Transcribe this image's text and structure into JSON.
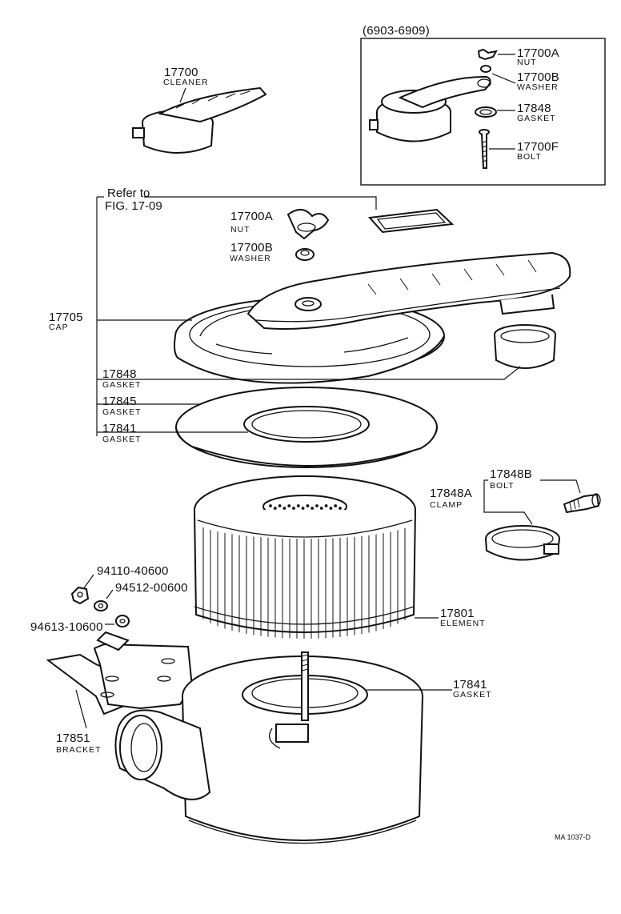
{
  "inset": {
    "header": "(6903-6909)",
    "callouts": [
      {
        "number": "17700A",
        "name": "NUT"
      },
      {
        "number": "17700B",
        "name": "WASHER"
      },
      {
        "number": "17848",
        "name": "GASKET"
      },
      {
        "number": "17700F",
        "name": "BOLT"
      }
    ]
  },
  "assembly": {
    "number": "17700",
    "name": "CLEANER"
  },
  "refer_note": {
    "line1": "Refer to",
    "line2": "FIG. 17-09"
  },
  "callouts": {
    "nut": {
      "number": "17700A",
      "name": "NUT"
    },
    "washer": {
      "number": "17700B",
      "name": "WASHER"
    },
    "cap": {
      "number": "17705",
      "name": "CAP"
    },
    "gasket_17848": {
      "number": "17848",
      "name": "GASKET"
    },
    "gasket_17845": {
      "number": "17845",
      "name": "GASKET"
    },
    "gasket_17841_top": {
      "number": "17841",
      "name": "GASKET"
    },
    "bolt": {
      "number": "17848B",
      "name": "BOLT"
    },
    "clamp": {
      "number": "17848A",
      "name": "CLAMP"
    },
    "element": {
      "number": "17801",
      "name": "ELEMENT"
    },
    "gasket_17841_bottom": {
      "number": "17841",
      "name": "GASKET"
    },
    "bracket": {
      "number": "17851",
      "name": "BRACKET"
    },
    "hw1": {
      "number": "94110-40600"
    },
    "hw2": {
      "number": "94512-00600"
    },
    "hw3": {
      "number": "94613-10600"
    }
  },
  "figure_code": "MA 1037-D"
}
